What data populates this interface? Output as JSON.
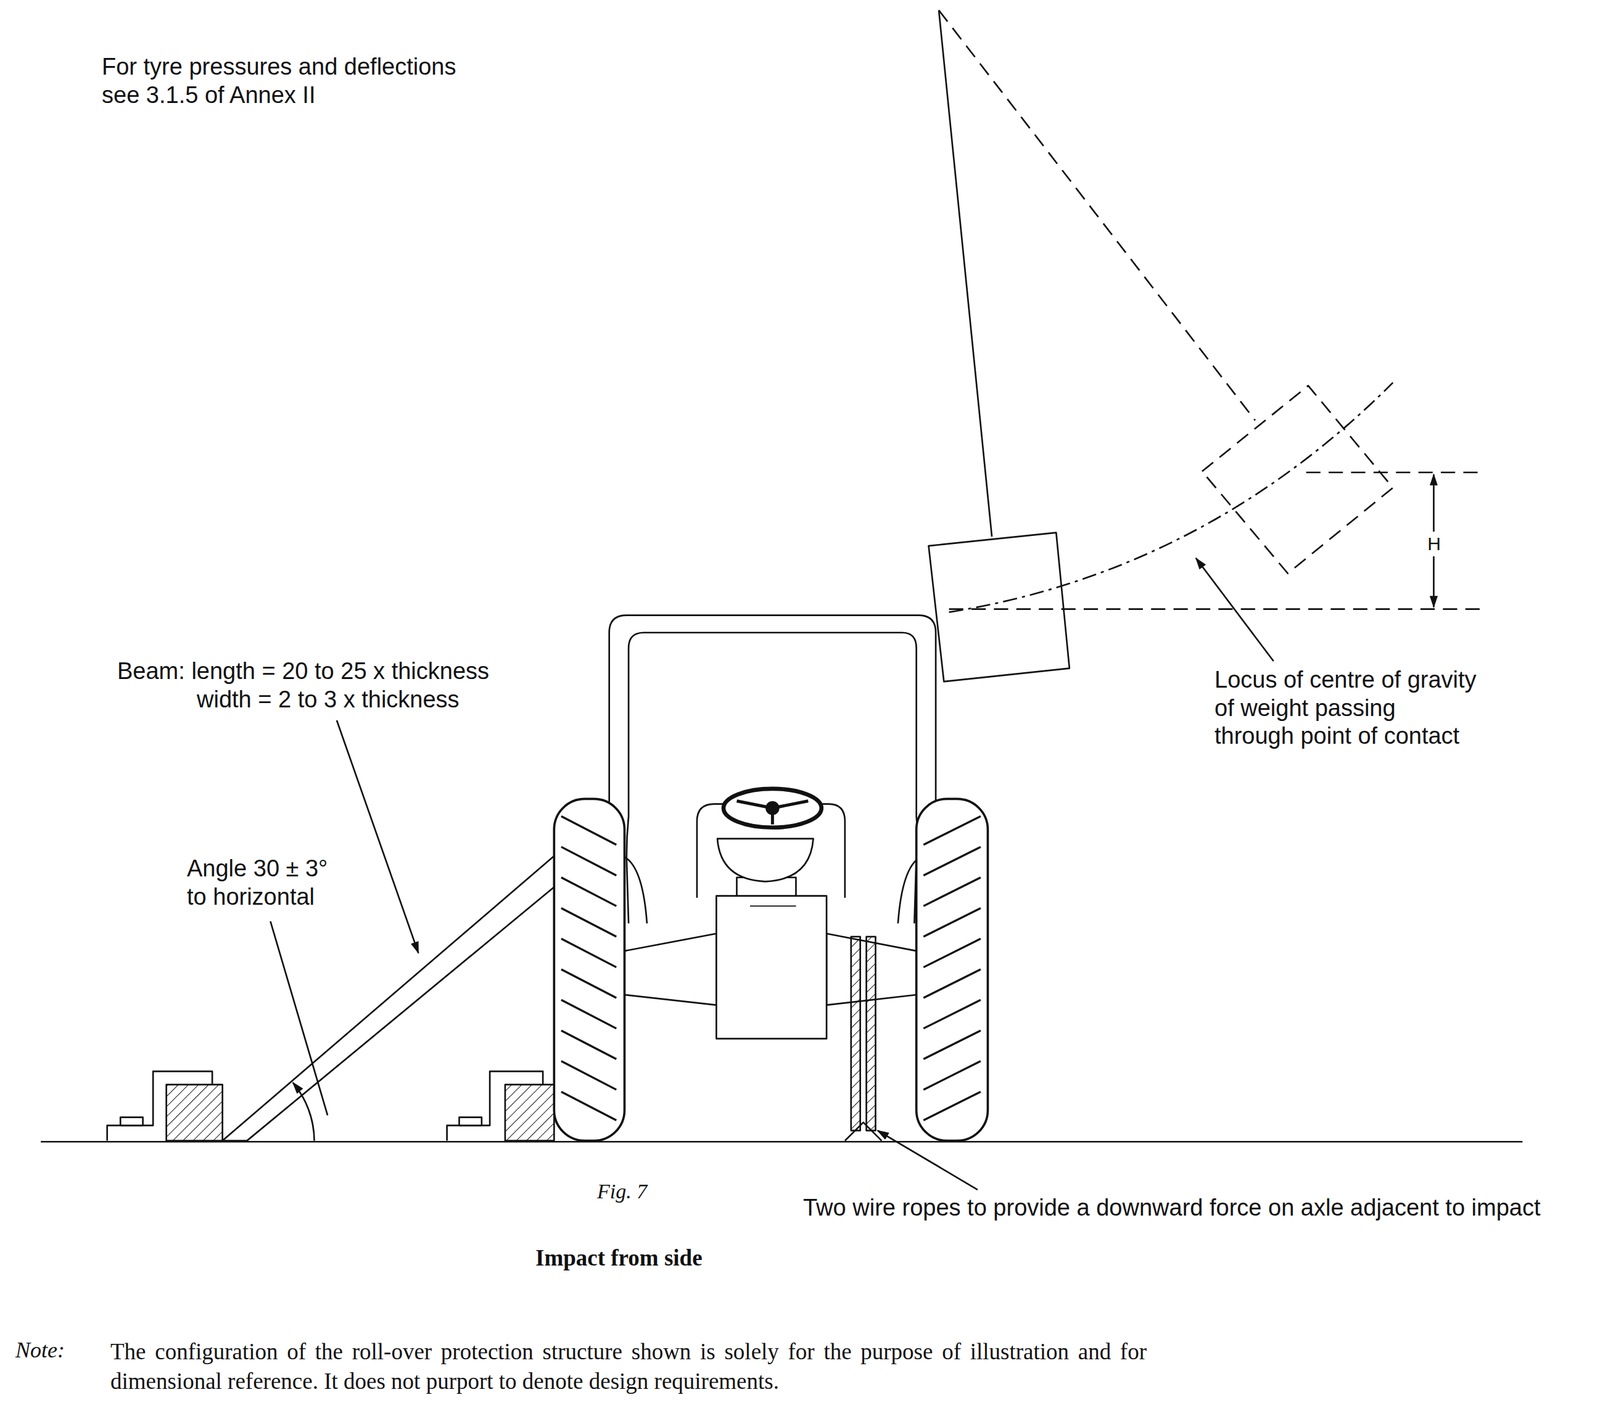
{
  "diagram": {
    "caption": "Impact from side",
    "labels": [
      "For tyre pressures and deflections see 3.1.5 of Annex II",
      "Beam: length = 20 to 25 x thickness",
      "width = 2 to 3 x thickness",
      "Angle 30 ± 3° to horizontal",
      "H",
      "Locus of centre of gravity of weight passing through point of contact",
      "Fig. 7",
      "Two wire ropes to provide a downward force on axle adjacent to impact",
      "Note:",
      "The configuration of the roll-over protection structure shown is solely for the purpose of illustration and for dimensional reference. It does not purport to denote design requirements."
    ]
  }
}
